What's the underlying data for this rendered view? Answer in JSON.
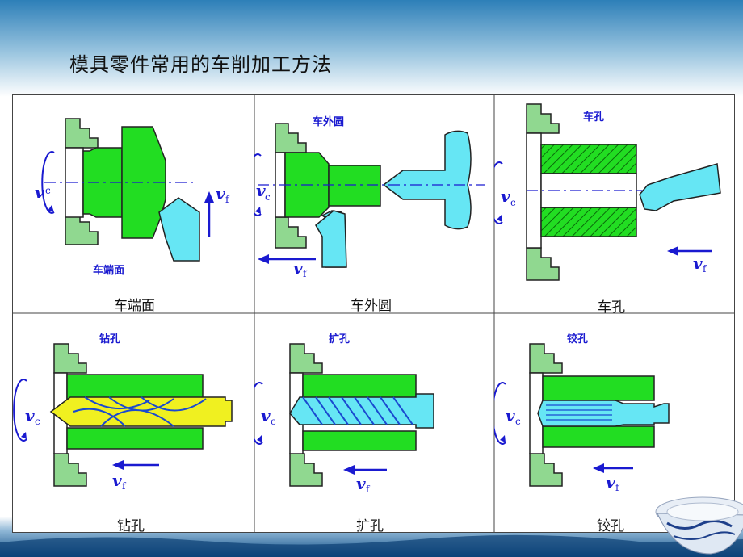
{
  "title": "模具零件常用的车削加工方法",
  "cells": [
    {
      "caption": "车端面",
      "diagram_label": "车端面"
    },
    {
      "caption": "车外圆",
      "diagram_label": "车外圆"
    },
    {
      "caption": "车孔",
      "diagram_label": "车孔"
    },
    {
      "caption": "钻孔",
      "diagram_label": "钻孔"
    },
    {
      "caption": "扩孔",
      "diagram_label": "扩孔"
    },
    {
      "caption": "铰孔",
      "diagram_label": "铰孔"
    }
  ],
  "symbols": {
    "vc_main": "v",
    "vc_sub": "c",
    "vf_main": "v",
    "vf_sub": "f"
  },
  "colors": {
    "workpiece": "#22dd22",
    "chuck": "#90d890",
    "tool": "#66e6f4",
    "drill": "#f0f020",
    "arrow": "#1a1ad0"
  }
}
